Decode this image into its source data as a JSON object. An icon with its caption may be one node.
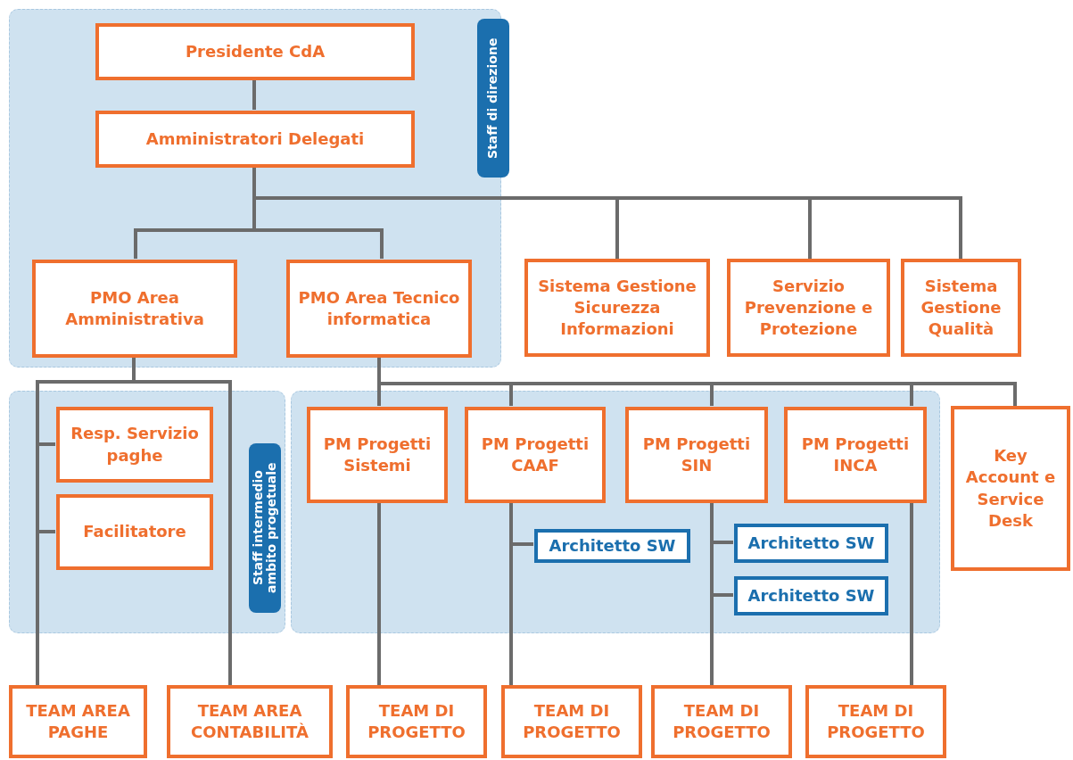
{
  "diagram": {
    "nodes": [
      {
        "text": [
          "Staff di direzione"
        ]
      },
      {
        "text": [
          "Presidente CdA"
        ],
        "in": 0
      },
      {
        "text": [
          "Amministratori Delegati"
        ],
        "in": 0
      },
      {
        "text": [
          "PMO Area Amministrativa"
        ],
        "in": 0
      },
      {
        "text": [
          "PMO Area Tecnico informatica"
        ],
        "in": 0
      },
      {
        "text": [
          "Sistema Gestione Sicurezza Informazioni"
        ]
      },
      {
        "text": [
          "Servizio Prevenzione e Protezione"
        ]
      },
      {
        "text": [
          "Sistema Gestione Qualità"
        ]
      },
      {
        "text": [
          "Staff intermedio ambito progetuale"
        ]
      },
      {
        "text": [
          "Resp. Servizio paghe"
        ],
        "in": 8
      },
      {
        "text": [
          "Facilitatore"
        ],
        "in": 8
      },
      {
        "text": [],
        "shape": "band"
      },
      {
        "text": [
          "PM Progetti Sistemi"
        ],
        "in": 11
      },
      {
        "text": [
          "PM Progetti CAAF"
        ],
        "in": 11
      },
      {
        "text": [
          "PM Progetti SIN"
        ],
        "in": 11
      },
      {
        "text": [
          "PM Progetti INCA"
        ],
        "in": 11
      },
      {
        "text": [
          "Architetto SW"
        ],
        "in": 11
      },
      {
        "text": [
          "Architetto SW"
        ],
        "in": 11
      },
      {
        "text": [
          "Architetto SW"
        ],
        "in": 11
      },
      {
        "text": [
          "Key Account e Service Desk"
        ]
      },
      {
        "text": [
          "TEAM AREA PAGHE"
        ]
      },
      {
        "text": [
          "TEAM AREA CONTABILITÀ"
        ]
      },
      {
        "text": [
          "TEAM DI PROGETTO"
        ]
      },
      {
        "text": [
          "TEAM DI PROGETTO"
        ]
      },
      {
        "text": [
          "TEAM DI PROGETTO"
        ]
      },
      {
        "text": [
          "TEAM DI PROGETTO"
        ]
      }
    ],
    "edges": [
      {
        "from": 1,
        "to": 2,
        "arrow": "none"
      },
      {
        "from": 2,
        "to": 3,
        "arrow": "none"
      },
      {
        "from": 2,
        "to": 4,
        "arrow": "none"
      },
      {
        "from": 2,
        "to": 5,
        "arrow": "none"
      },
      {
        "from": 2,
        "to": 6,
        "arrow": "none"
      },
      {
        "from": 2,
        "to": 7,
        "arrow": "none"
      },
      {
        "from": 3,
        "to": 9,
        "arrow": "none"
      },
      {
        "from": 3,
        "to": 10,
        "arrow": "none"
      },
      {
        "from": 3,
        "to": 20,
        "arrow": "none"
      },
      {
        "from": 3,
        "to": 21,
        "arrow": "none"
      },
      {
        "from": 4,
        "to": 12,
        "arrow": "none"
      },
      {
        "from": 4,
        "to": 13,
        "arrow": "none"
      },
      {
        "from": 4,
        "to": 14,
        "arrow": "none"
      },
      {
        "from": 4,
        "to": 15,
        "arrow": "none"
      },
      {
        "from": 4,
        "to": 19,
        "arrow": "none"
      },
      {
        "from": 13,
        "to": 16,
        "arrow": "none"
      },
      {
        "from": 14,
        "to": 17,
        "arrow": "none"
      },
      {
        "from": 14,
        "to": 18,
        "arrow": "none"
      },
      {
        "from": 12,
        "to": 22,
        "arrow": "none"
      },
      {
        "from": 13,
        "to": 23,
        "arrow": "none"
      },
      {
        "from": 14,
        "to": 24,
        "arrow": "none"
      },
      {
        "from": 15,
        "to": 25,
        "arrow": "none"
      }
    ]
  }
}
